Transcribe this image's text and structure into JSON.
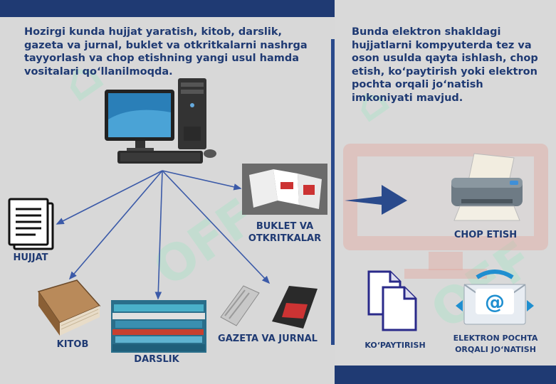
{
  "left": {
    "intro": "Hozirgi kunda hujjat yaratish, kitob, darslik, gazeta va jurnal, buklet va otkritkalarni nashrga tayyorlash va chop etishning yangi usul hamda vositalari qo‘llanilmoqda.",
    "labels": {
      "hujjat": "HUJJAT",
      "kitob": "KITOB",
      "darslik": "DARSLIK",
      "gazeta": "GAZETA VA JURNAL",
      "buklet_1": "BUKLET VA",
      "buklet_2": "OTKRITKALAR"
    }
  },
  "right": {
    "intro": "Bunda elektron shakldagi hujjatlarni kompyuterda tez va oson usulda qayta ishlash, chop etish, ko‘paytirish yoki elektron pochta orqali jo‘natish imkoniyati mavjud.",
    "labels": {
      "print": "CHOP ETISH",
      "copy": "KO‘PAYTIRISH",
      "email_1": "ELEKTRON POCHTA",
      "email_2": "ORQALI JO‘NATISH"
    }
  },
  "colors": {
    "navy": "#1f3a73",
    "arrow": "#3b5aa8",
    "watermark": "#9ee6c4"
  }
}
